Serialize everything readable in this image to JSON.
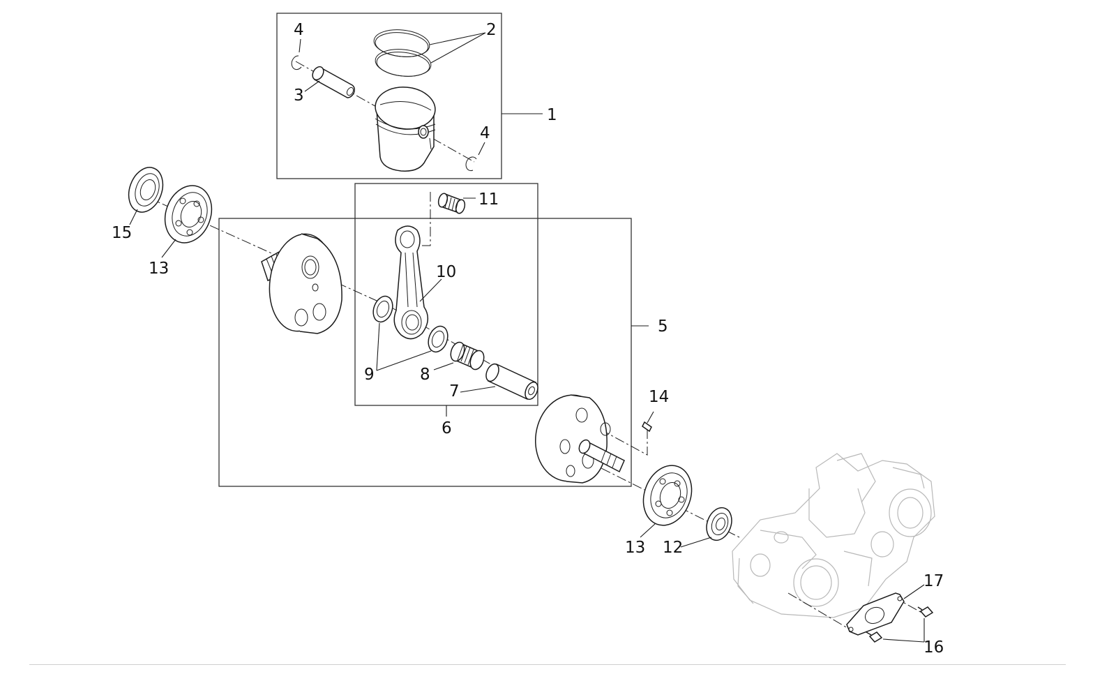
{
  "diagram": {
    "callouts": {
      "c1": "1",
      "c2": "2",
      "c3": "3",
      "c4a": "4",
      "c4b": "4",
      "c5": "5",
      "c6": "6",
      "c7": "7",
      "c8": "8",
      "c9": "9",
      "c10": "10",
      "c11": "11",
      "c12": "12",
      "c13a": "13",
      "c13b": "13",
      "c14": "14",
      "c15": "15",
      "c16": "16",
      "c17": "17"
    },
    "colors": {
      "line": "#1a1a1a",
      "engine_ghost": "#b8b8b8",
      "background": "#ffffff"
    }
  }
}
